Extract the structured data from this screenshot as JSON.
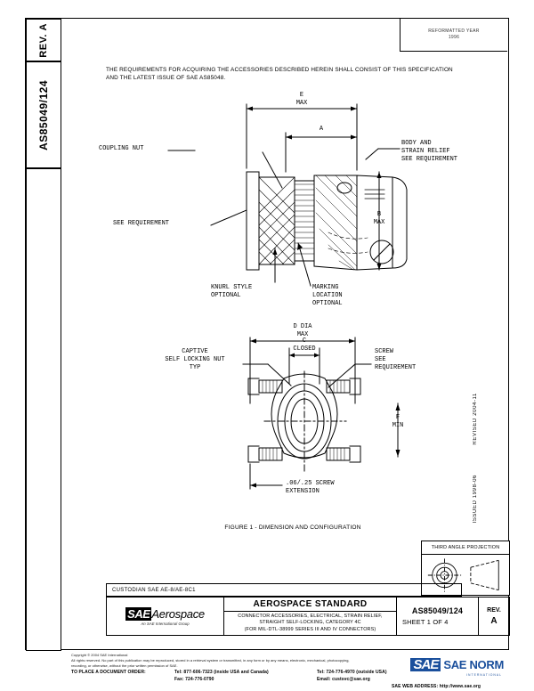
{
  "document": {
    "stamp_line1": "REFORMATTED YEAR",
    "stamp_line2": "1996",
    "intro_text": "THE REQUIREMENTS FOR ACQUIRING THE ACCESSORIES DESCRIBED HEREIN SHALL CONSIST OF THIS SPECIFICATION AND THE LATEST ISSUE OF SAE AS85048.",
    "left_rev_label": "REV.",
    "left_rev_value": "A",
    "left_doc_number": "AS85049/124",
    "issued_text": "ISSUED 1998-06",
    "revised_text": "REVISED 2004-11"
  },
  "figure1": {
    "caption": "FIGURE 1 - DIMENSION AND CONFIGURATION",
    "labels": {
      "coupling_nut": "COUPLING NUT",
      "e_max": "E\nMAX",
      "a_dim": "A",
      "body_strain": "BODY AND\nSTRAIN RELIEF\nSEE REQUIREMENT",
      "b_max": "B\nMAX",
      "see_requirement": "SEE REQUIREMENT",
      "knurl": "KNURL STYLE\nOPTIONAL",
      "marking": "MARKING\nLOCATION\nOPTIONAL",
      "d_dia_max": "D DIA\nMAX",
      "c_closed": "C\nCLOSED",
      "captive_nut": "CAPTIVE\nSELF LOCKING NUT\nTYP",
      "screw": "SCREW\nSEE\nREQUIREMENT",
      "f_min": "F\nMIN",
      "screw_extension": ".06/.25 SCREW\nEXTENSION"
    }
  },
  "projection": {
    "header": "THIRD ANGLE PROJECTION"
  },
  "titleblock": {
    "custodian": "CUSTODIAN  SAE AE-8/AE-8C1",
    "standard_title": "AEROSPACE STANDARD",
    "desc_line1": "CONNECTOR ACCESSORIES, ELECTRICAL, STRAIN RELIEF,",
    "desc_line2": "STRAIGHT SELF-LOCKING, CATEGORY 4C",
    "desc_line3": "(FOR MIL-DTL-38999 SERIES III AND IV CONNECTORS)",
    "doc_number": "AS85049/124",
    "sheet": "SHEET 1 OF 4",
    "rev_label": "REV.",
    "rev_value": "A",
    "logo_badge": "SAE",
    "logo_word": "Aerospace",
    "logo_sub": "An SAE International Group"
  },
  "footer": {
    "copyright": "Copyright © 2004 SAE International",
    "rights_line1": "All rights reserved.  No part of this publication may be reproduced, stored in a retrieval system or transmitted, in any form or by any means, electronic, mechanical, photocopying,",
    "rights_line2": "recording, or otherwise, without the prior written permission of SAE.",
    "order_label": "TO PLACE A DOCUMENT ORDER:",
    "tel_inside": "Tel:  877-606-7323 (inside USA and Canada)",
    "fax": "Fax:  724-776-0790",
    "tel_outside": "Tel:  724-776-4970 (outside USA)",
    "email": "Email:  custsvc@sae.org",
    "web_address": "SAE WEB ADDRESS:  http://www.sae.org",
    "norm_badge": "SAE",
    "norm_word": "SAE NORM",
    "norm_sub": "INTERNATIONAL"
  }
}
